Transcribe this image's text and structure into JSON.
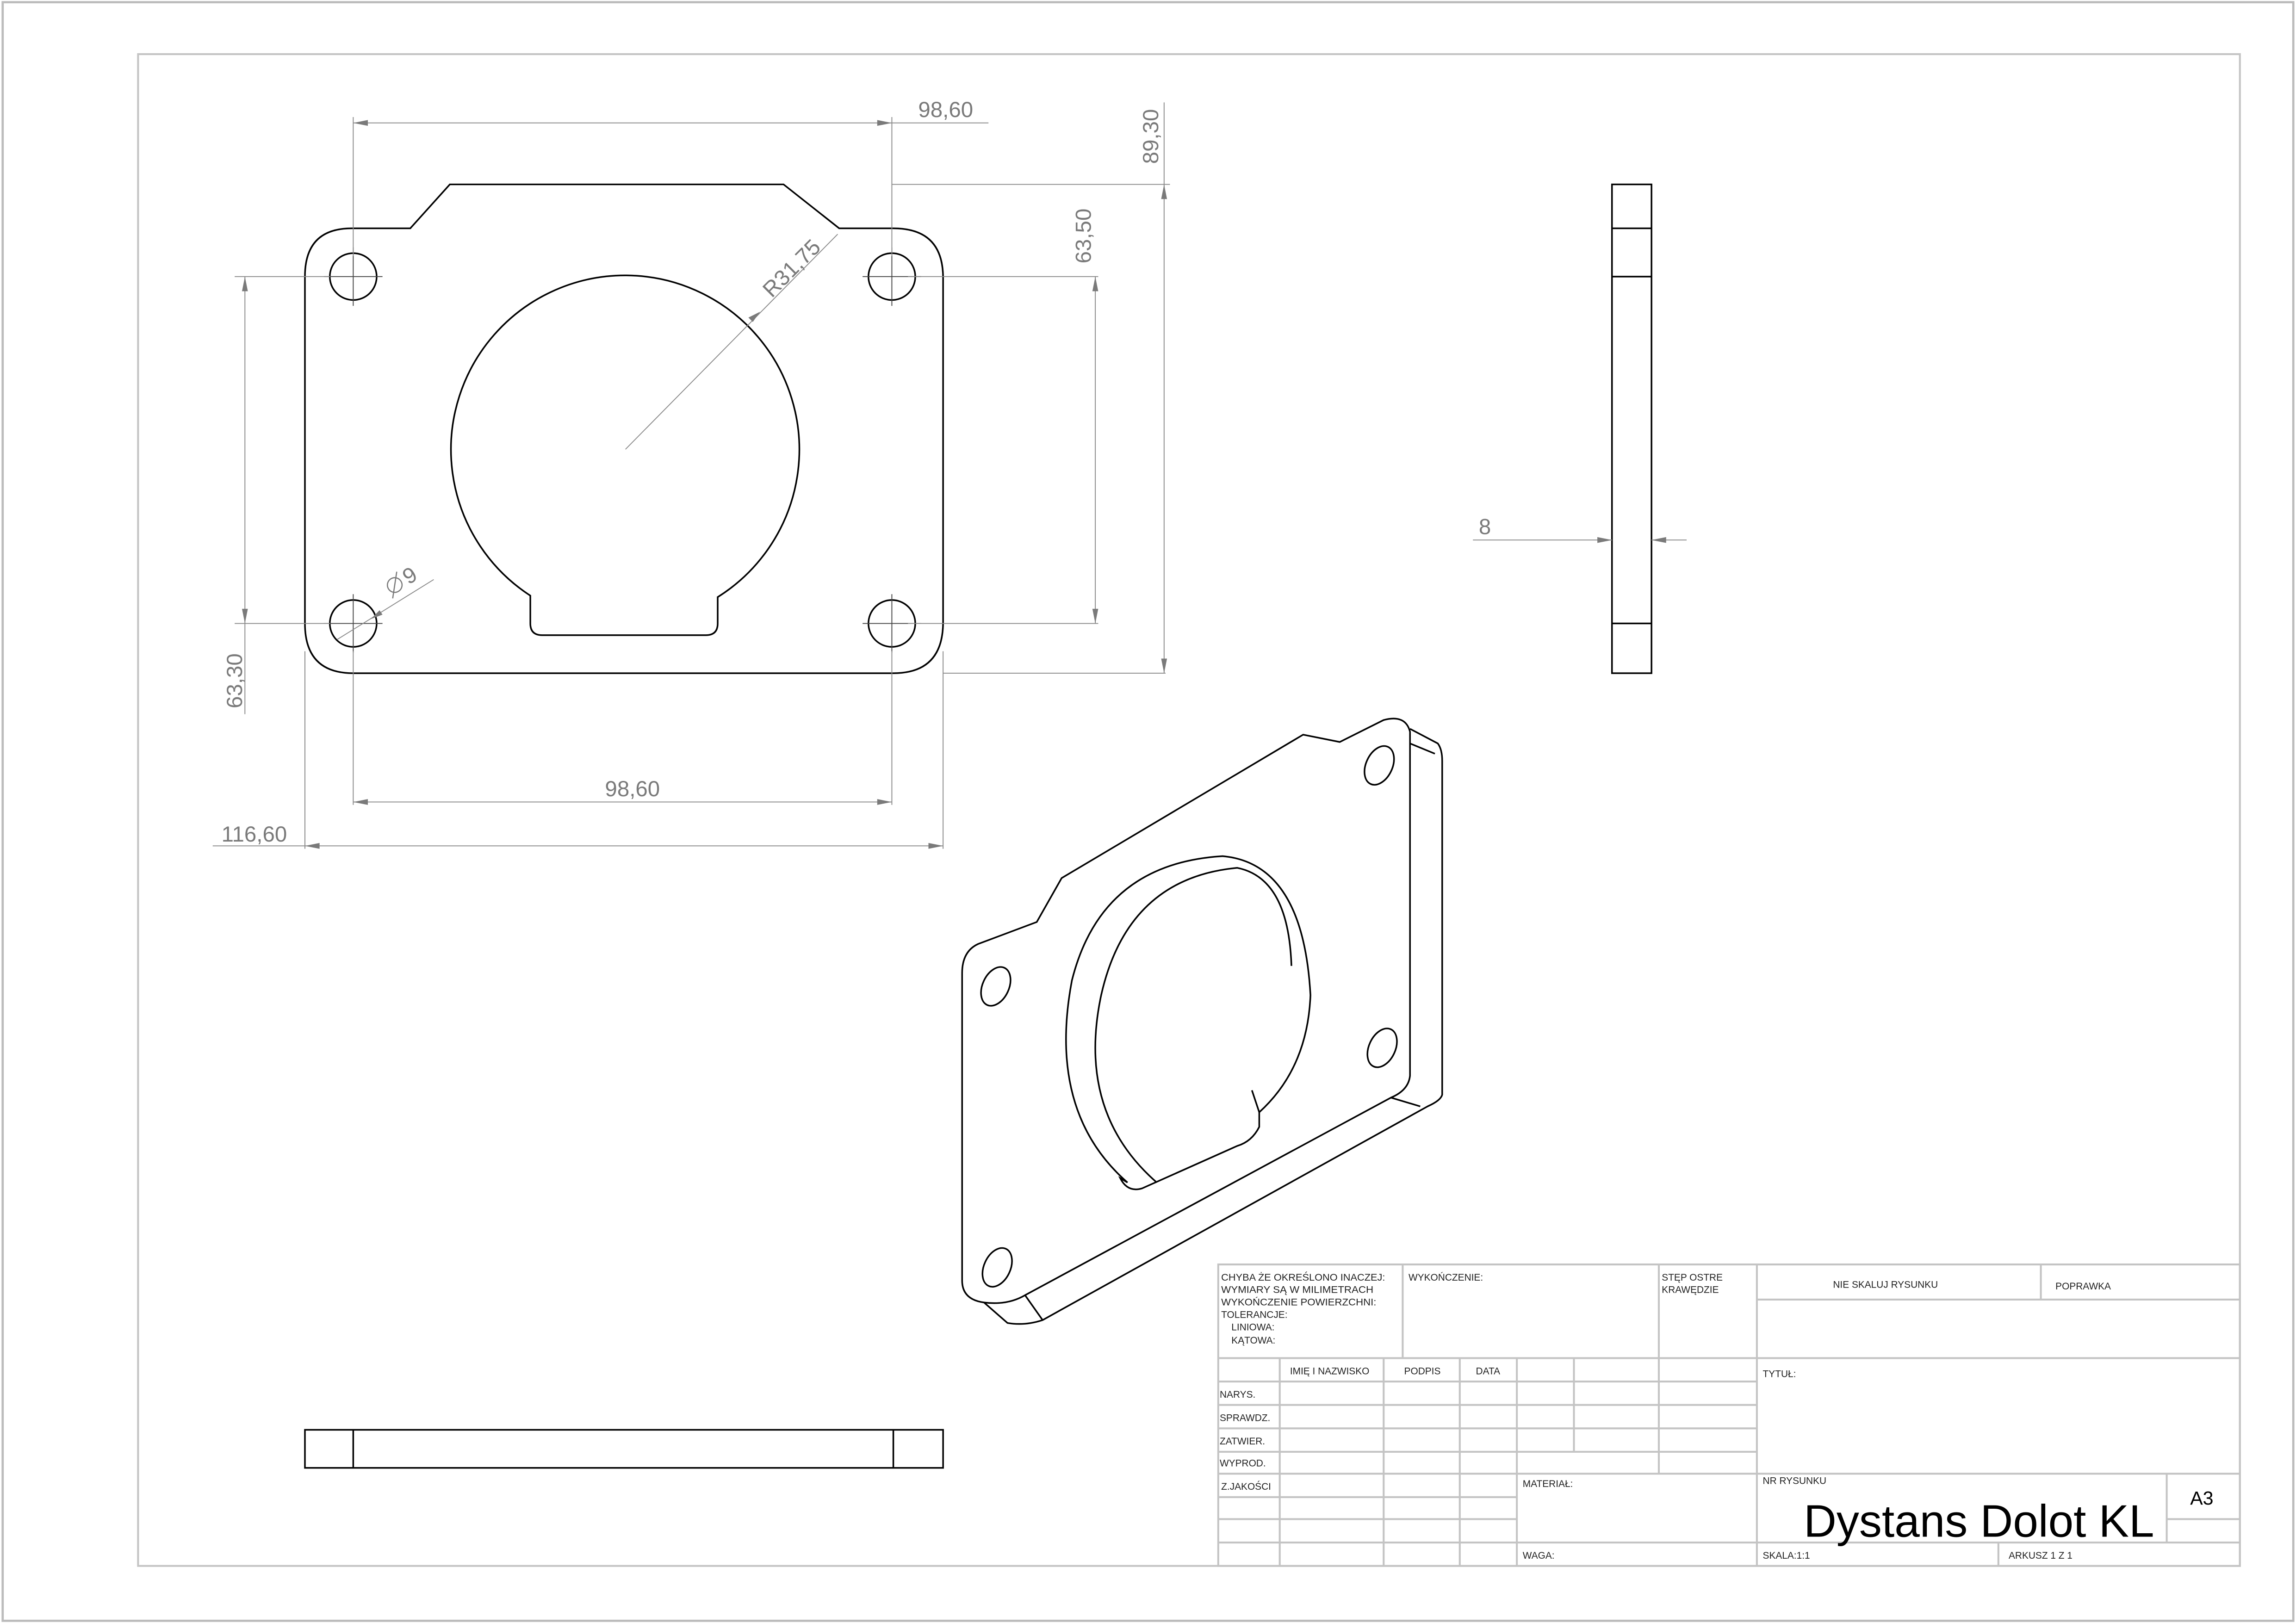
{
  "dimensions": {
    "top_hole_spacing": "98,60",
    "overall_height": "89,30",
    "hole_vertical_spacing": "63,50",
    "bore_radius": "R31,75",
    "left_vertical": "63,30",
    "hole_diameter": "9",
    "bottom_hole_spacing": "98,60",
    "overall_width": "116,60",
    "thickness": "8"
  },
  "title_block": {
    "general_notes": [
      "CHYBA ŻE OKREŚLONO INACZEJ:",
      "WYMIARY SĄ W MILIMETRACH",
      "WYKOŃCZENIE POWIERZCHNI:",
      "TOLERANCJE:",
      "LINIOWA:",
      "KĄTOWA:"
    ],
    "finish_label": "WYKOŃCZENIE:",
    "break_edges": [
      "STĘP OSTRE",
      "KRAWĘDZIE"
    ],
    "do_not_scale": "NIE SKALUJ RYSUNKU",
    "revision_label": "POPRAWKA",
    "headers": {
      "name": "IMIĘ I NAZWISKO",
      "signature": "PODPIS",
      "date": "DATA"
    },
    "roles": [
      "NARYS.",
      "SPRAWDZ.",
      "ZATWIER.",
      "WYPROD.",
      "Z.JAKOŚCI"
    ],
    "material_label": "MATERIAŁ:",
    "weight_label": "WAGA:",
    "title_label": "TYTUŁ:",
    "drawing_no_label": "NR RYSUNKU",
    "drawing_no": "Dystans Dolot KL",
    "sheet_size": "A3",
    "scale": "SKALA:1:1",
    "sheet": "ARKUSZ 1 Z 1"
  }
}
